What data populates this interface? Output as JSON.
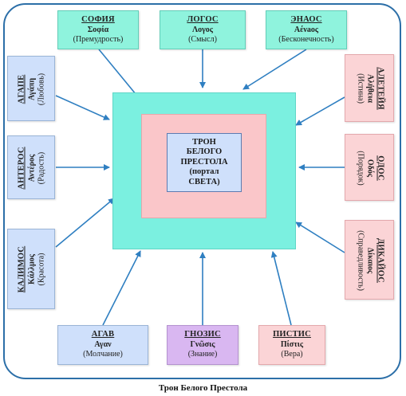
{
  "center": {
    "lines": [
      "ТРОН",
      "БЕЛОГО",
      "ПРЕСТОЛА",
      "(портал",
      "СВЕТА)"
    ]
  },
  "top_boxes": [
    {
      "title": "СОФИЯ",
      "greek": "Σοφία",
      "meaning": "(Премудрость)"
    },
    {
      "title": "ЛОГОС",
      "greek": "Λογος",
      "meaning": "(Смысл)"
    },
    {
      "title": "ЭНАОС",
      "greek": "Aένaος",
      "meaning": "(Бесконечность)"
    }
  ],
  "left_boxes": [
    {
      "title": "АГАПЕ",
      "greek": "Αγάπη",
      "meaning": "(Любовь)"
    },
    {
      "title": "АНТЕРОС",
      "greek": "Αντέρος",
      "meaning": "(Радость)"
    },
    {
      "title": "КАЛИМОС",
      "greek": "Κάλλμος",
      "meaning": "(Красота)"
    }
  ],
  "right_boxes": [
    {
      "title": "АЛЕТЕЙЯ",
      "greek": "Αλήθεια",
      "meaning": "(Истина)"
    },
    {
      "title": "ОДОС",
      "greek": "Οδός",
      "meaning": "(Порядок)"
    },
    {
      "title": "ДИКАЙОС",
      "greek": "Δίκαιος",
      "meaning": "(Справедливость)"
    }
  ],
  "bottom_boxes": [
    {
      "title": "АГАВ",
      "greek": "Αγαν",
      "meaning": "(Молчание)"
    },
    {
      "title": "ГНОЗИС",
      "greek": "Γνῶσις",
      "meaning": "(Знание)"
    },
    {
      "title": "ПИСТИС",
      "greek": "Πίστις",
      "meaning": "(Вера)"
    }
  ],
  "caption": "Трон Белого Престола",
  "colors": {
    "frame": "#2c6fa8",
    "arrow": "#2f7fc1",
    "outer_square": "#7bf0e0",
    "inner_square": "#fac6c9",
    "green_box": "#8ff3dd",
    "blue_box": "#cfe0fb",
    "pink_box": "#fbd4d6",
    "purple_box": "#d9b7f1"
  }
}
